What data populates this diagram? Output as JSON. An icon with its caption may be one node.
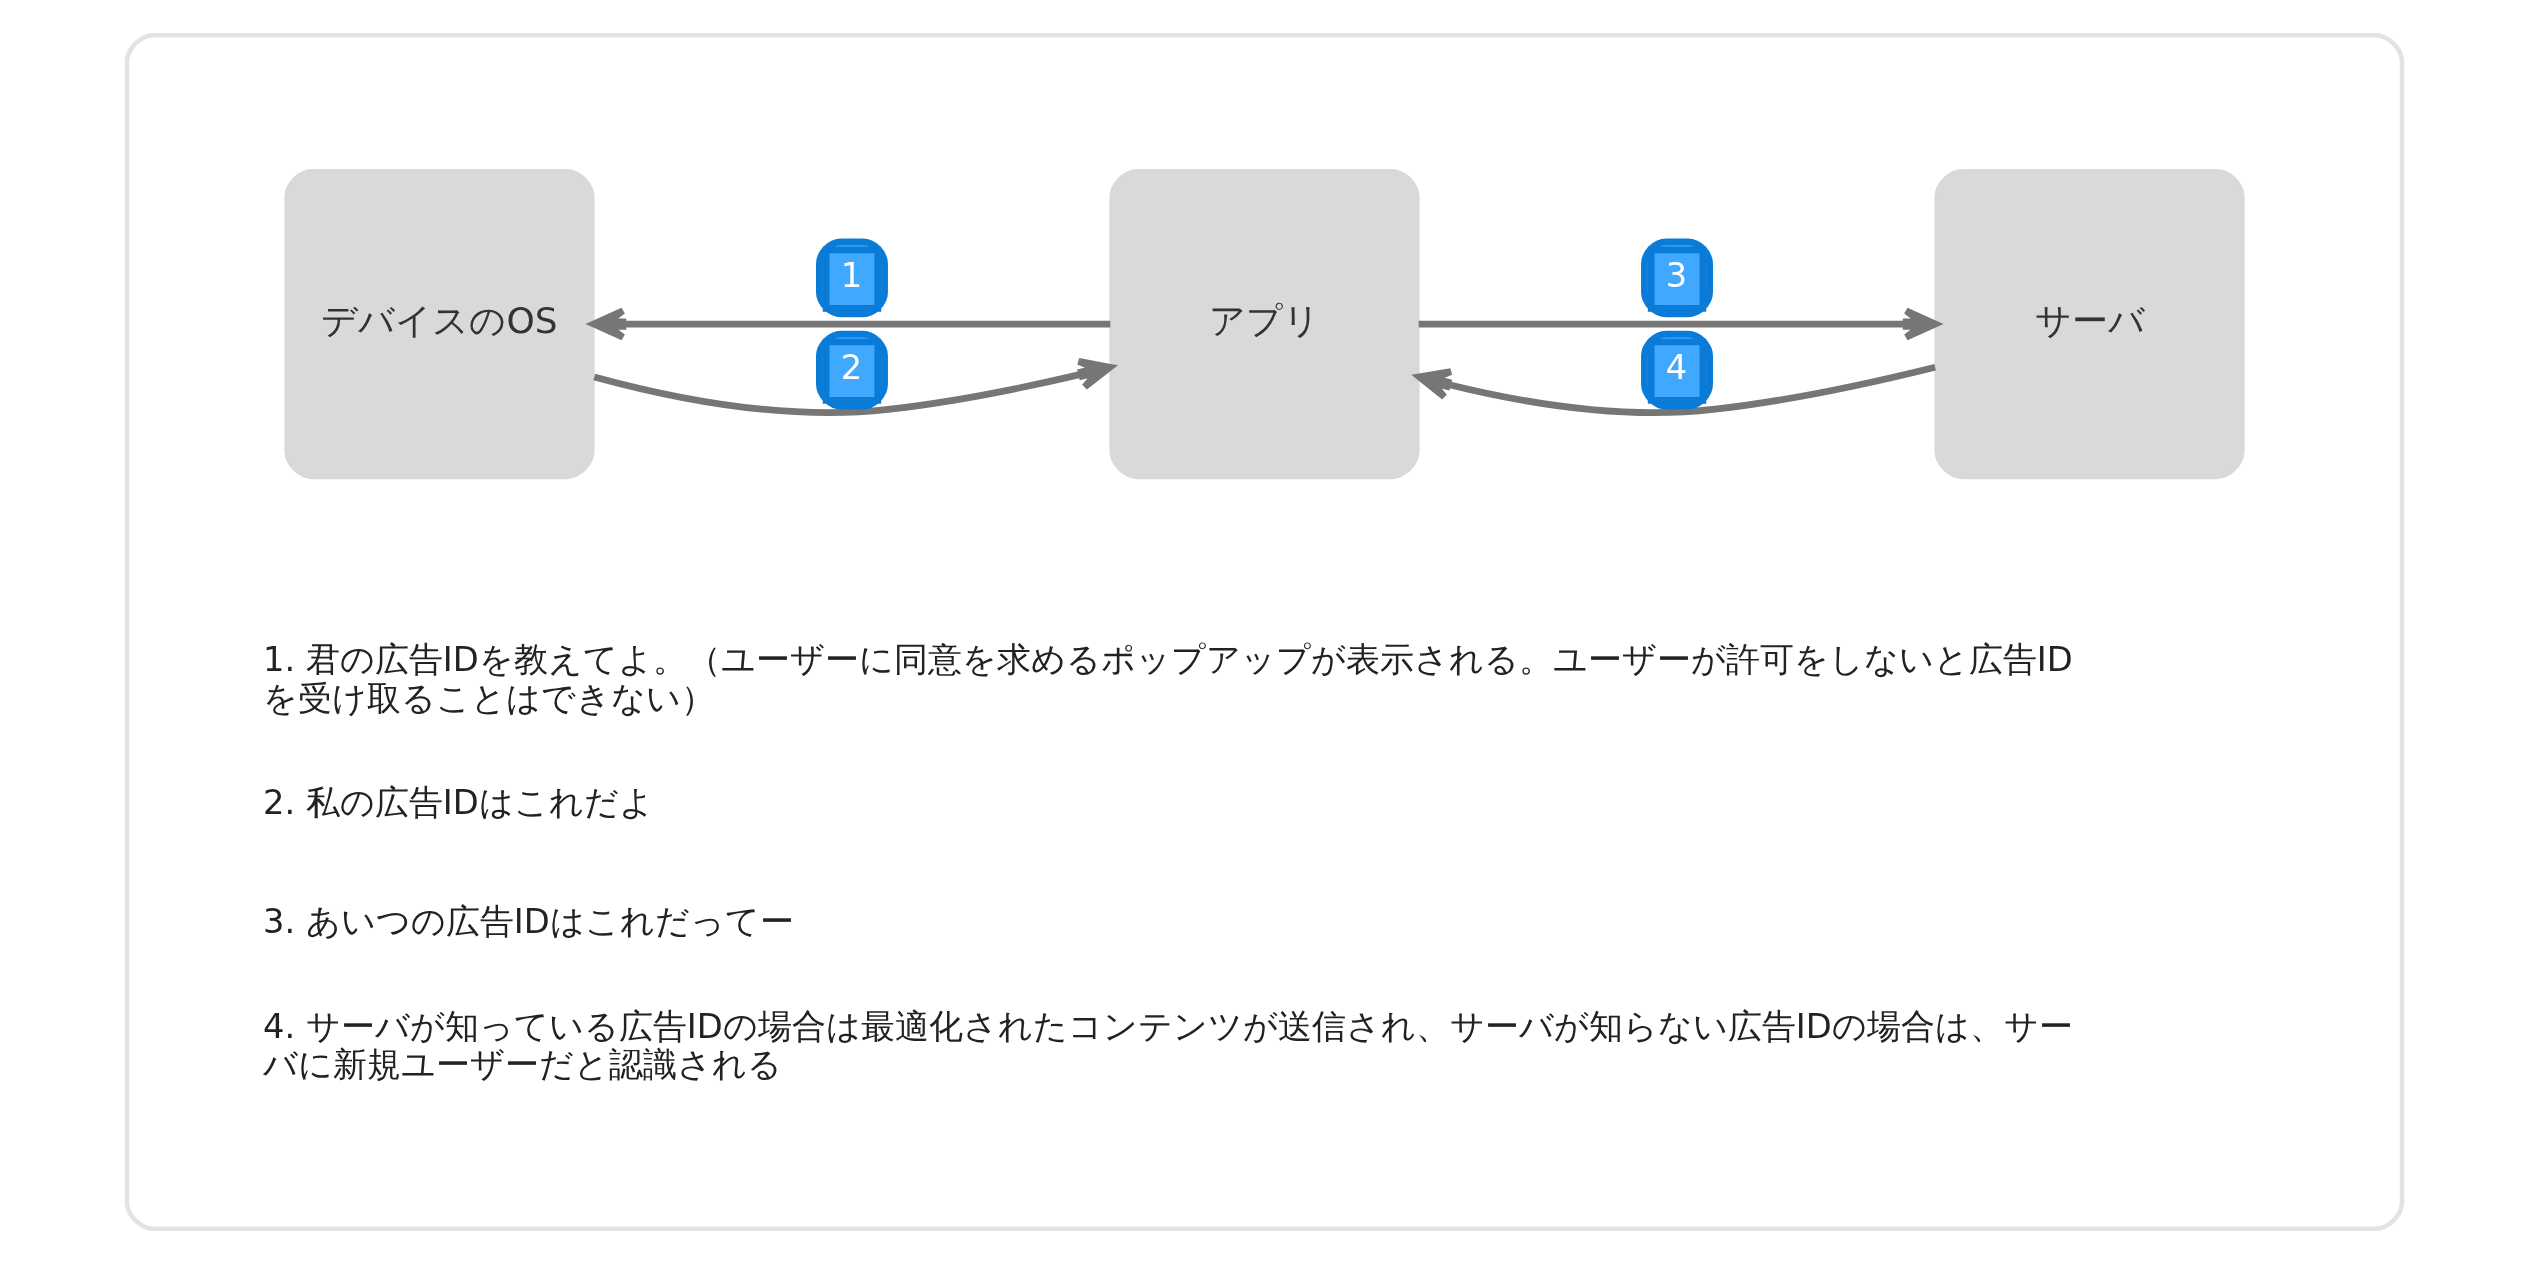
{
  "diagram": {
    "nodes": [
      {
        "text": [],
        "shape": "box"
      },
      {
        "text": [
          "デバイスのOS"
        ],
        "in": 0
      },
      {
        "text": [
          "アプリ"
        ],
        "in": 0
      },
      {
        "text": [
          "サーバ"
        ],
        "in": 0
      }
    ],
    "edges": [
      {
        "from": 2,
        "to": 1,
        "arrow": "to",
        "label": "1"
      },
      {
        "from": 1,
        "to": 2,
        "arrow": "to",
        "label": "2"
      },
      {
        "from": 2,
        "to": 3,
        "arrow": "to",
        "label": "3"
      },
      {
        "from": 3,
        "to": 2,
        "arrow": "to",
        "label": "4"
      }
    ],
    "labels": [
      "1. 君の広告IDを教えてよ。（ユーザーに同意を求めるポップアップが表示される。ユーザーが許可をしないと広告IDを受け取ることはできない）",
      "2. 私の広告IDはこれだよ",
      "3. あいつの広告IDはこれだってー",
      "4. サーバが知っている広告IDの場合は最適化されたコンテンツが送信され、サーバが知らない広告IDの場合は、サーバに新規ユーザーだと認識される"
    ]
  }
}
